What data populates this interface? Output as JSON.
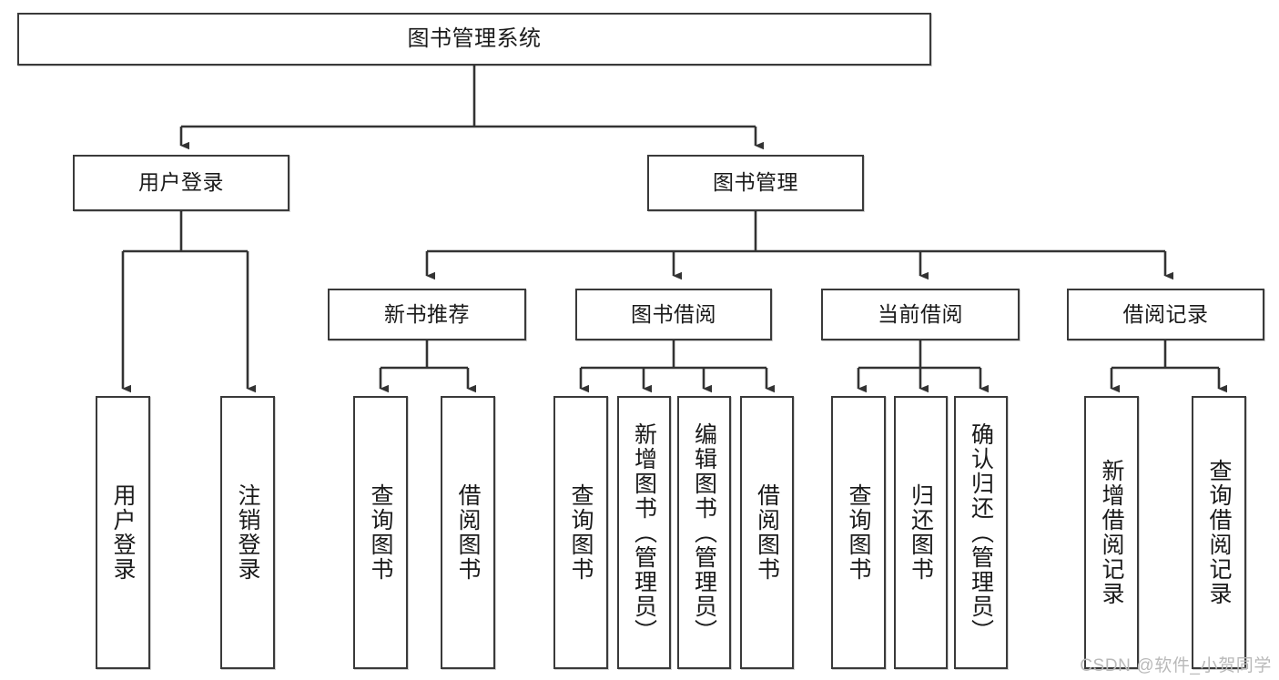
{
  "diagram": {
    "title": "图书管理系统",
    "type": "hierarchy-tree",
    "watermark": "CSDN @软件_小贺同学",
    "colors": {
      "box_border": "#3a3a3a",
      "box_fill": "#ffffff",
      "edge": "#333333",
      "text": "#1a1a1a",
      "watermark": "#b9b9b9"
    },
    "nodes": {
      "root": {
        "label": "图书管理系统"
      },
      "level2": [
        {
          "id": "user-login",
          "label": "用户登录"
        },
        {
          "id": "book-manage",
          "label": "图书管理"
        }
      ],
      "level3": [
        {
          "id": "new-book-rec",
          "label": "新书推荐"
        },
        {
          "id": "book-borrow",
          "label": "图书借阅"
        },
        {
          "id": "current-borrow",
          "label": "当前借阅"
        },
        {
          "id": "borrow-record",
          "label": "借阅记录"
        }
      ],
      "leaves": {
        "user-login": [
          {
            "id": "leaf-user-login",
            "label": "用户登录"
          },
          {
            "id": "leaf-user-logout",
            "label": "注销登录"
          }
        ],
        "new-book-rec": [
          {
            "id": "leaf-query-book-1",
            "label": "查询图书"
          },
          {
            "id": "leaf-borrow-book-1",
            "label": "借阅图书"
          }
        ],
        "book-borrow": [
          {
            "id": "leaf-query-book-2",
            "label": "查询图书"
          },
          {
            "id": "leaf-add-book",
            "label": "新增图书（管理员）"
          },
          {
            "id": "leaf-edit-book",
            "label": "编辑图书（管理员）"
          },
          {
            "id": "leaf-borrow-book-2",
            "label": "借阅图书"
          }
        ],
        "current-borrow": [
          {
            "id": "leaf-query-book-3",
            "label": "查询图书"
          },
          {
            "id": "leaf-return-book",
            "label": "归还图书"
          },
          {
            "id": "leaf-confirm-return",
            "label": "确认归还（管理员）"
          }
        ],
        "borrow-record": [
          {
            "id": "leaf-add-record",
            "label": "新增借阅记录"
          },
          {
            "id": "leaf-query-record",
            "label": "查询借阅记录"
          }
        ]
      }
    }
  }
}
